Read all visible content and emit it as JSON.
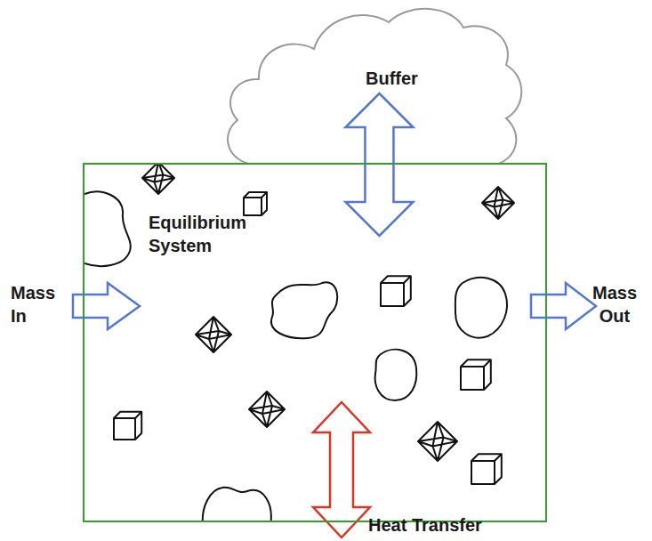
{
  "diagram": {
    "nodes": [
      {
        "text": [
          "Buffer"
        ]
      },
      {
        "text": [
          "Equilibrium System"
        ]
      }
    ],
    "edges": [
      {
        "from": 0,
        "to": 1,
        "arrow": "both"
      }
    ],
    "labels": [
      "Mass In",
      "Mass Out",
      "Heat Transfer"
    ]
  }
}
